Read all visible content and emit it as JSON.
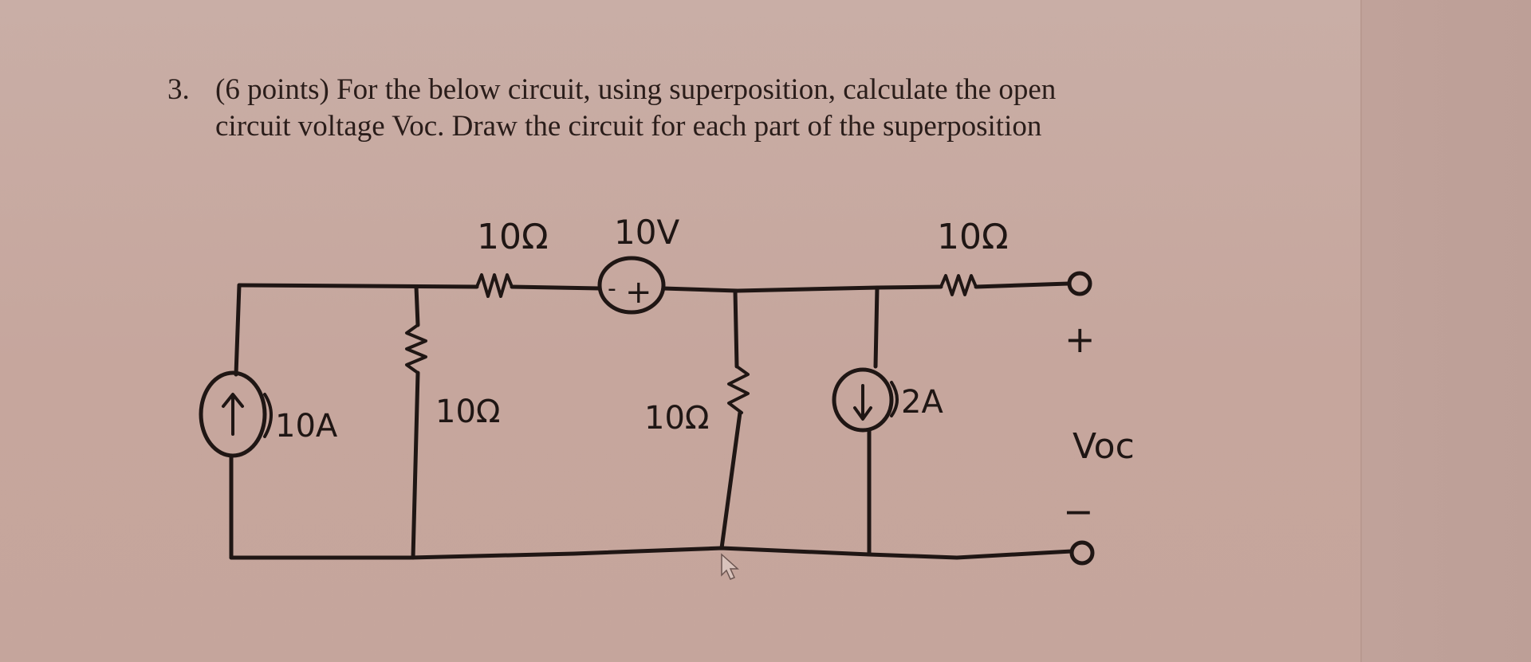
{
  "question": {
    "number": "3.",
    "line1": "(6 points) For the below circuit, using superposition, calculate the open",
    "line2": "circuit voltage Voc. Draw the circuit for each part of the superposition"
  },
  "circuit": {
    "labels": {
      "top_resistor_left": "10Ω",
      "voltage_source": "10V",
      "top_resistor_right": "10Ω",
      "current_source_left": "10A",
      "shunt_resistor_1": "10Ω",
      "shunt_resistor_2": "10Ω",
      "current_source_right": "2A",
      "output_voltage": "Voc",
      "plus_sign": "+",
      "minus_sign": "−",
      "source_minus": "-",
      "source_plus": "+"
    },
    "icons": {
      "current_source_left_arrow": "up-arrow-icon",
      "current_source_right_arrow": "down-arrow-icon",
      "cursor": "mouse-pointer-icon"
    },
    "ink_color": "#1f1614"
  }
}
